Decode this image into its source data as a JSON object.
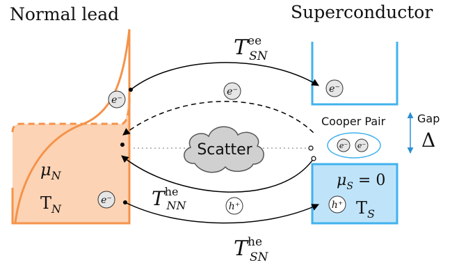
{
  "titles": {
    "normal_lead": "Normal lead",
    "superconductor": "Superconductor"
  },
  "labels": {
    "scatter": "Scatter",
    "cooper_pair": "Cooper Pair",
    "gap": "Gap",
    "delta": "Δ",
    "electron": "e⁻",
    "hole": "h⁺",
    "mu_n_base": "μ",
    "mu_n_sub": "N",
    "t_n_base": "T",
    "t_n_sub": "N",
    "mu_s_base": "μ",
    "mu_s_sub": "S",
    "mu_s_rest": " = 0",
    "t_s_base": "T",
    "t_s_sub": "S"
  },
  "processes": {
    "t_sn_ee": {
      "base": "T",
      "sup": "ee",
      "sub": "SN"
    },
    "t_nn_he": {
      "base": "T",
      "sup": "he",
      "sub": "NN"
    },
    "t_sn_he": {
      "base": "T",
      "sup": "he",
      "sub": "SN"
    }
  },
  "colors": {
    "normal_fill": "#fcd3b4",
    "normal_stroke": "#f4934a",
    "super_fill": "#bfe4fa",
    "super_stroke": "#40b2ee",
    "cloud_fill": "#d0d0d0",
    "particle_fill": "#e6e6e6"
  }
}
